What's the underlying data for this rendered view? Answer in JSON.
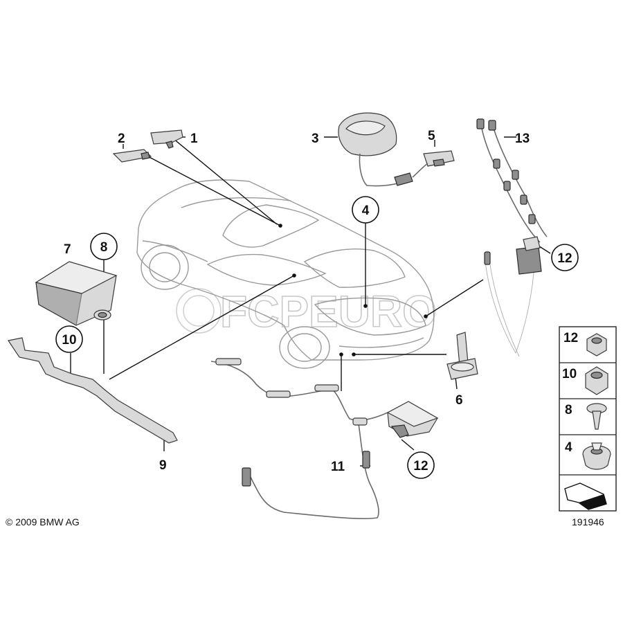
{
  "callouts": [
    {
      "id": "c1",
      "label": "1"
    },
    {
      "id": "c2",
      "label": "2"
    },
    {
      "id": "c3",
      "label": "3"
    },
    {
      "id": "c4",
      "label": "4"
    },
    {
      "id": "c5",
      "label": "5"
    },
    {
      "id": "c6",
      "label": "6"
    },
    {
      "id": "c7",
      "label": "7"
    },
    {
      "id": "c8",
      "label": "8"
    },
    {
      "id": "c9",
      "label": "9"
    },
    {
      "id": "c10",
      "label": "10"
    },
    {
      "id": "c11",
      "label": "11"
    },
    {
      "id": "c12a",
      "label": "12"
    },
    {
      "id": "c12b",
      "label": "12"
    },
    {
      "id": "c13",
      "label": "13"
    }
  ],
  "legend": [
    {
      "label": "12"
    },
    {
      "label": "10"
    },
    {
      "label": "8"
    },
    {
      "label": "4"
    }
  ],
  "watermark": "FCPEURO",
  "copyright": "© 2009 BMW AG",
  "diagram_number": "191946"
}
